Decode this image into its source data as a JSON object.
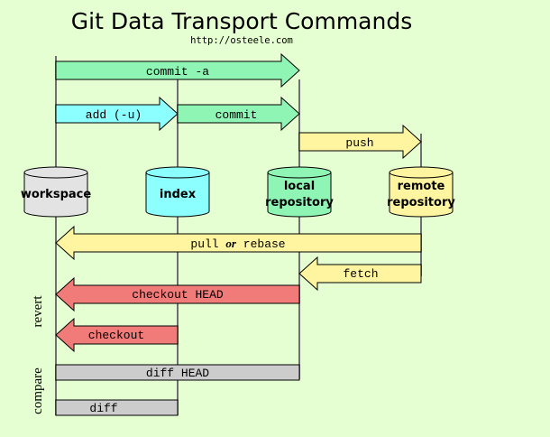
{
  "title": "Git Data Transport Commands",
  "subtitle": "http://osteele.com",
  "nodes": {
    "workspace": [
      "workspace"
    ],
    "index": [
      "index"
    ],
    "local": [
      "local",
      "repository"
    ],
    "remote": [
      "remote",
      "repository"
    ]
  },
  "commands": {
    "commit_a": "commit -a",
    "add_u": "add (-u)",
    "commit": "commit",
    "push": "push",
    "pull_before": "pull ",
    "pull_or": "or",
    "pull_after": " rebase",
    "fetch": "fetch",
    "checkout_head": "checkout HEAD",
    "checkout": "checkout",
    "diff_head": "diff HEAD",
    "diff": "diff"
  },
  "side_labels": {
    "revert": "revert",
    "compare": "compare"
  },
  "colors": {
    "background": "#e6ffd2",
    "commit_green": "#8ff5b4",
    "add_cyan": "#8cffff",
    "push_yellow": "#fff5a0",
    "revert_red": "#f07b78",
    "compare_gray": "#cccccc",
    "workspace_gray": "#e3e3e3"
  }
}
